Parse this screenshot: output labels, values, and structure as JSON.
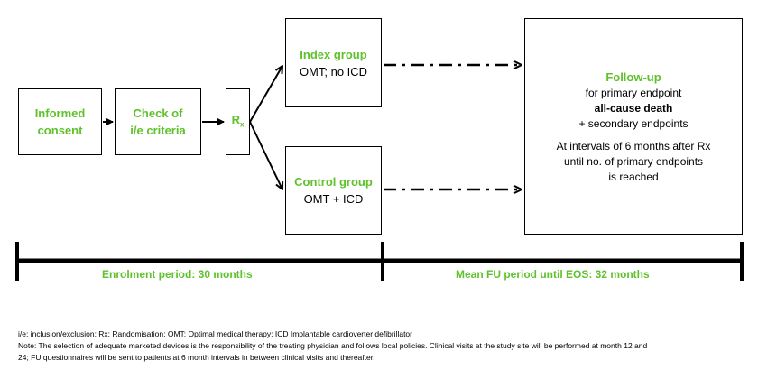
{
  "boxes": {
    "informed_consent": {
      "line1": "Informed",
      "line2": "consent"
    },
    "check_criteria": {
      "line1": "Check of",
      "line2": "i/e criteria"
    },
    "rx": {
      "main": "R",
      "sub": "x"
    },
    "index_group": {
      "title": "Index group",
      "detail": "OMT; no ICD"
    },
    "control_group": {
      "title": "Control group",
      "detail": "OMT + ICD"
    },
    "follow_up": {
      "title": "Follow-up",
      "line1": "for primary endpoint",
      "line2": "all-cause death",
      "line3": "+ secondary endpoints",
      "line4": "At intervals of 6 months after Rx",
      "line5": "until no. of primary endpoints",
      "line6": "is reached"
    }
  },
  "timeline": {
    "enrolment": "Enrolment period: 30 months",
    "follow_up": "Mean FU period until EOS: 32 months"
  },
  "footnotes": {
    "abbrev": "i/e: inclusion/exclusion; Rx: Randomisation; OMT: Optimal medical therapy; ICD Implantable cardioverter defibrillator",
    "note1": "Note: The selection of adequate marketed devices is the responsibility of the treating physician and follows local policies. Clinical visits at the study site will be performed at month 12 and",
    "note2": "24; FU questionnaires will be sent to patients at 6 month intervals in between clinical visits and thereafter."
  },
  "colors": {
    "accent": "#5fc12b",
    "line": "#000000"
  }
}
